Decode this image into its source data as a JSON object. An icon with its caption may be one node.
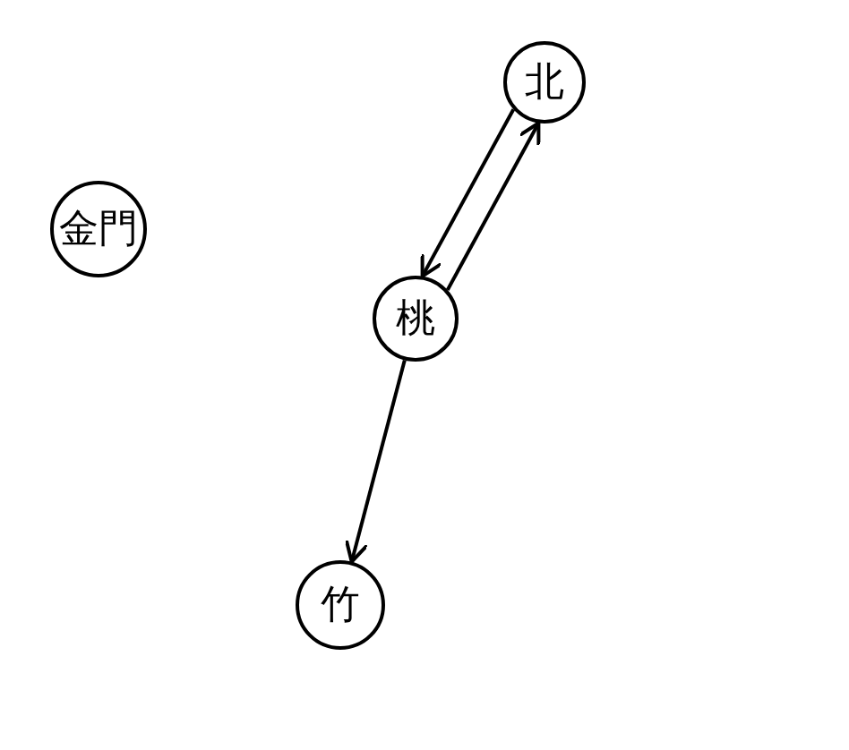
{
  "diagram": {
    "nodes": [
      {
        "text": [
          "金門"
        ]
      },
      {
        "text": [
          "北"
        ]
      },
      {
        "text": [
          "桃"
        ]
      },
      {
        "text": [
          "竹"
        ]
      }
    ],
    "edges": [
      {
        "from": 1,
        "to": 2,
        "arrow": "to"
      },
      {
        "from": 2,
        "to": 1,
        "arrow": "to"
      },
      {
        "from": 2,
        "to": 3,
        "arrow": "to"
      }
    ]
  }
}
